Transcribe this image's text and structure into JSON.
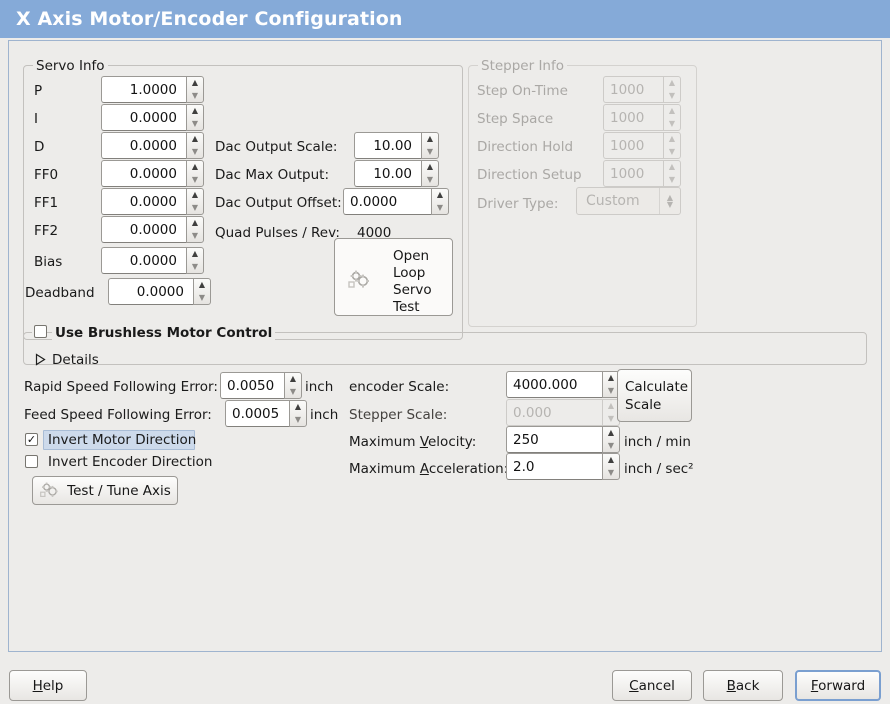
{
  "window": {
    "title": "X Axis Motor/Encoder Configuration",
    "title_bar_color": "#85aad8",
    "background_color": "#edecea"
  },
  "servo_info": {
    "legend": "Servo Info",
    "fields": [
      {
        "label": "P",
        "value": "1.0000"
      },
      {
        "label": "I",
        "value": "0.0000"
      },
      {
        "label": "D",
        "value": "0.0000"
      },
      {
        "label": "FF0",
        "value": "0.0000"
      },
      {
        "label": "FF1",
        "value": "0.0000"
      },
      {
        "label": "FF2",
        "value": "0.0000"
      },
      {
        "label": "Bias",
        "value": "0.0000"
      },
      {
        "label": "Deadband",
        "value": "0.0000"
      }
    ],
    "dac": [
      {
        "label": "Dac Output Scale:",
        "value": "10.00"
      },
      {
        "label": "Dac Max Output:",
        "value": "10.00"
      },
      {
        "label": "Dac Output Offset:",
        "value": "0.0000"
      }
    ],
    "quad_pulses_label": "Quad Pulses / Rev:",
    "quad_pulses_value": "4000",
    "open_loop_button": {
      "line1": "Open",
      "line2": "Loop",
      "line3": "Servo",
      "line4": "Test",
      "icon": "gears-icon"
    }
  },
  "stepper_info": {
    "legend": "Stepper Info",
    "enabled": false,
    "fields": [
      {
        "label": "Step On-Time",
        "value": "1000"
      },
      {
        "label": "Step Space",
        "value": "1000"
      },
      {
        "label": "Direction Hold",
        "value": "1000"
      },
      {
        "label": "Direction Setup",
        "value": "1000"
      }
    ],
    "driver_type_label": "Driver Type:",
    "driver_type_value": "Custom"
  },
  "brushless": {
    "checkbox_label": "Use Brushless Motor Control",
    "checked": false,
    "details_label": "Details",
    "details_expanded": false
  },
  "tuning": {
    "rapid_error_label": "Rapid Speed Following Error:",
    "rapid_error_value": "0.0050",
    "rapid_error_unit": "inch",
    "feed_error_label": "Feed Speed Following Error:",
    "feed_error_value": "0.0005",
    "feed_error_unit": "inch",
    "invert_motor_label": "Invert Motor Direction",
    "invert_motor_checked": true,
    "invert_motor_selected": true,
    "invert_encoder_label": "Invert Encoder Direction",
    "invert_encoder_checked": false,
    "test_tune_label": "Test / Tune Axis",
    "test_tune_icon": "gears-icon"
  },
  "scales": {
    "encoder_scale_label": "encoder Scale:",
    "encoder_scale_value": "4000.000",
    "stepper_scale_label": "Stepper Scale:",
    "stepper_scale_value": "0.000",
    "stepper_scale_enabled": false,
    "calculate_button_line1": "Calculate",
    "calculate_button_line2": "Scale",
    "max_velocity_label": "Maximum Velocity:",
    "max_velocity_value": "250",
    "max_velocity_unit": "inch / min",
    "max_accel_label": "Maximum Acceleration:",
    "max_accel_value": "2.0",
    "max_accel_unit": "inch / sec²"
  },
  "footer": {
    "help": "Help",
    "cancel": "Cancel",
    "back": "Back",
    "forward": "Forward",
    "focused": "forward"
  }
}
